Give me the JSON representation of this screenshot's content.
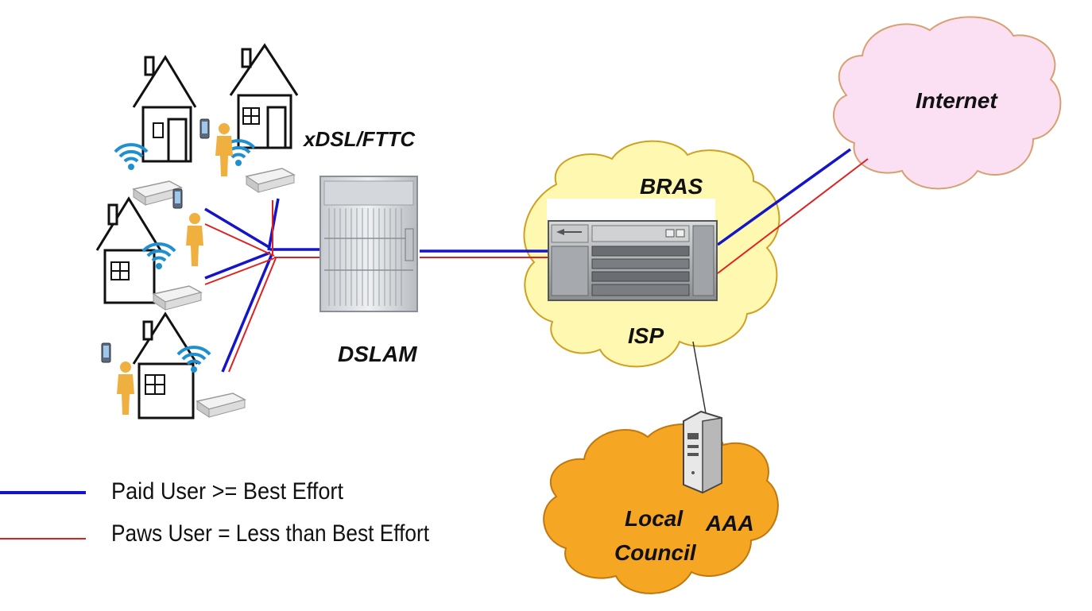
{
  "labels": {
    "xdsl": "xDSL/FTTC",
    "dslam": "DSLAM",
    "bras": "BRAS",
    "isp": "ISP",
    "internet": "Internet",
    "aaa": "AAA",
    "local_council_line1": "Local",
    "local_council_line2": "Council"
  },
  "legend": [
    {
      "text": "Paid User  >= Best Effort",
      "color": "#1414c8"
    },
    {
      "text": "Paws User = Less than Best Effort",
      "color": "#e02020"
    }
  ],
  "colors": {
    "paid_line": "#1414c8",
    "paws_line": "#e02020",
    "isp_cloud": "#fff8b0",
    "internet_cloud": "#fbe0f4",
    "council_cloud": "#f5a623",
    "wifi": "#1e90d0",
    "person": "#f0b040"
  },
  "icons": [
    "house-icon",
    "wifi-icon",
    "router-icon",
    "phone-icon",
    "person-icon",
    "dslam-rack-icon",
    "bras-router-icon",
    "aaa-server-icon",
    "cloud-icon"
  ]
}
